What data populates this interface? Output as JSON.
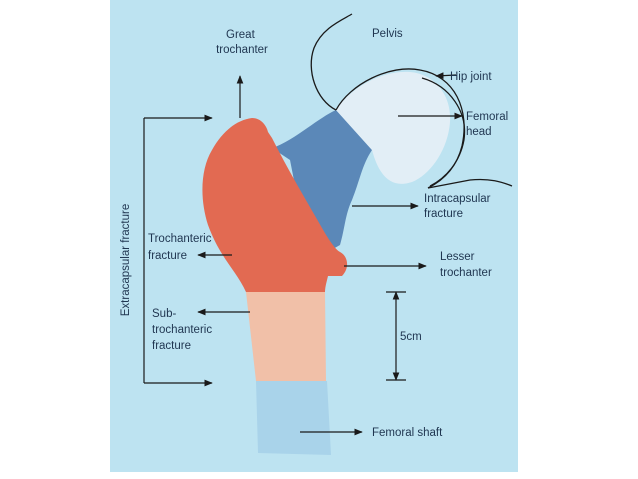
{
  "labels": {
    "great_trochanter": [
      "Great",
      "trochanter"
    ],
    "pelvis": "Pelvis",
    "hip_joint": "Hip joint",
    "femoral_head": [
      "Femoral",
      "head"
    ],
    "intracapsular_fracture": [
      "Intracapsular",
      "fracture"
    ],
    "lesser_trochanter": [
      "Lesser",
      "trochanter"
    ],
    "trochanteric_fracture": [
      "Trochanteric",
      "fracture"
    ],
    "subtrochanteric_fracture": [
      "Sub-",
      "trochanteric",
      "fracture"
    ],
    "five_cm": "5cm",
    "femoral_shaft": "Femoral shaft",
    "extracapsular_fracture": "Extracapsular fracture"
  },
  "colors": {
    "background": "#bde3f1",
    "trochanteric_region": "#e26a52",
    "femoral_neck": "#5b88b8",
    "femoral_head": "#e2eef6",
    "subtrochanteric_region": "#f1c0a8",
    "femoral_shaft": "#a9d3ea",
    "lines": "#1a1a1a"
  }
}
